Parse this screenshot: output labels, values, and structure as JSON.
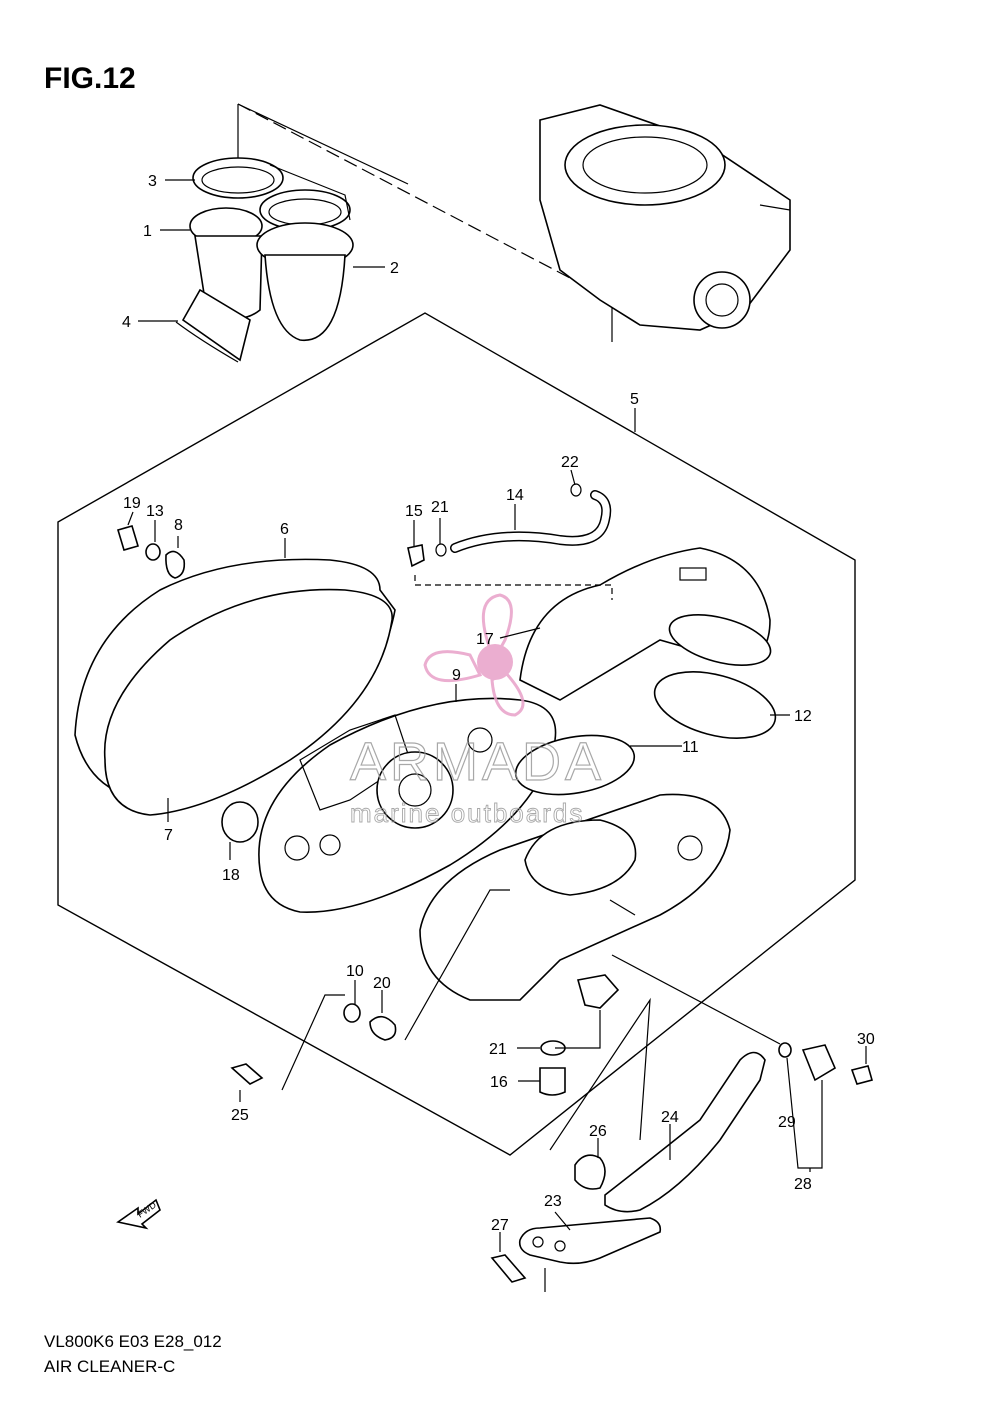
{
  "figure": {
    "title": "FIG.12",
    "code": "VL800K6 E03 E28_012",
    "name": "AIR CLEANER-C",
    "fwd_label": "FWD"
  },
  "watermark": {
    "brand": "ARMADA",
    "tagline": "marine outboards",
    "color": "#e8a0c8"
  },
  "callouts": [
    {
      "num": "1"
    },
    {
      "num": "2"
    },
    {
      "num": "3"
    },
    {
      "num": "4"
    },
    {
      "num": "5"
    },
    {
      "num": "6"
    },
    {
      "num": "7"
    },
    {
      "num": "8"
    },
    {
      "num": "9"
    },
    {
      "num": "10"
    },
    {
      "num": "11"
    },
    {
      "num": "12"
    },
    {
      "num": "13"
    },
    {
      "num": "14"
    },
    {
      "num": "15"
    },
    {
      "num": "16"
    },
    {
      "num": "17"
    },
    {
      "num": "18"
    },
    {
      "num": "19"
    },
    {
      "num": "20"
    },
    {
      "num": "21"
    },
    {
      "num": "21"
    },
    {
      "num": "22"
    },
    {
      "num": "23"
    },
    {
      "num": "24"
    },
    {
      "num": "25"
    },
    {
      "num": "26"
    },
    {
      "num": "27"
    },
    {
      "num": "28"
    },
    {
      "num": "29"
    },
    {
      "num": "30"
    }
  ]
}
